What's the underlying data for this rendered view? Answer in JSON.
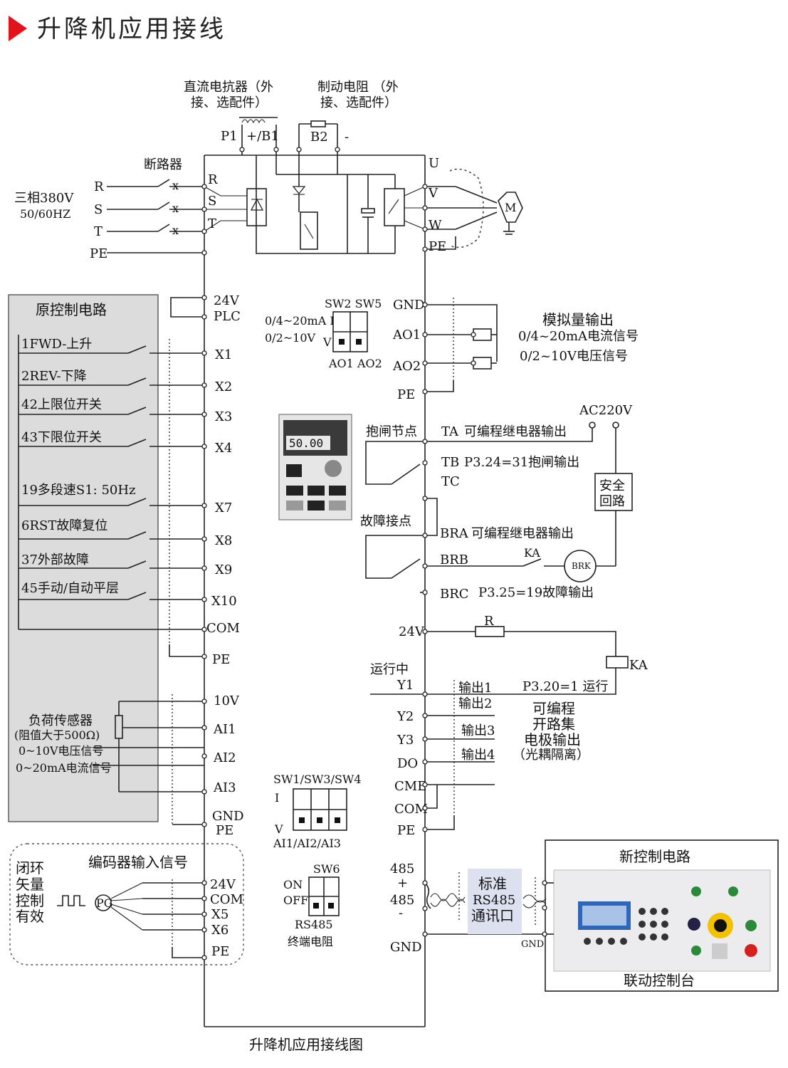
{
  "header": {
    "title": "升降机应用接线",
    "accent": "#e0141a"
  },
  "top": {
    "dc_reactor": [
      "直流电抗器（外",
      "接、选配件）"
    ],
    "brake_resistor": [
      "制动电阻 （外",
      "接、选配件）"
    ],
    "p1": "P1",
    "pb1": "+/B1",
    "b2": "B2",
    "minus": "-",
    "breaker": "断路器",
    "supply": [
      "三相380V",
      "50/60HZ"
    ],
    "lines": [
      "R",
      "S",
      "T",
      "PE"
    ],
    "inputs": [
      "R",
      "S",
      "T"
    ],
    "outputs": [
      "U",
      "V",
      "W",
      "PE"
    ],
    "motor": "M"
  },
  "left_panel": {
    "title": "原控制电路",
    "items": [
      "1FWD-上升",
      "2REV-下降",
      "42上限位开关",
      "43下限位开关",
      "19多段速S1: 50Hz",
      "6RST故障复位",
      "37外部故障",
      "45手动/自动平层"
    ],
    "sensor": [
      "负荷传感器",
      "(阻值大于500Ω)",
      "0~10V电压信号",
      "0~20mA电流信号"
    ]
  },
  "left_terms": [
    "24V",
    "PLC",
    "X1",
    "X2",
    "X3",
    "X4",
    "X7",
    "X8",
    "X9",
    "X10",
    "COM",
    "PE",
    "10V",
    "AI1",
    "AI2",
    "AI3",
    "GND",
    "PE"
  ],
  "encoder": {
    "title": "编码器输入信号",
    "note": [
      "闭环",
      "矢量",
      "控制",
      "有效"
    ],
    "pg": "PG",
    "terms": [
      "24V",
      "COM",
      "X5",
      "X6",
      "PE"
    ]
  },
  "switches": {
    "sw25": {
      "title": "SW2 SW5",
      "row1": "0/4~20mA I",
      "row2": "0/2~10V",
      "v": "V",
      "bottom": "AO1 AO2"
    },
    "sw134": {
      "title": "SW1/SW3/SW4",
      "i": "I",
      "v": "V",
      "bottom": "AI1/AI2/AI3"
    },
    "sw6": {
      "title": "SW6",
      "on": "ON",
      "off": "OFF",
      "bottom": [
        "RS485",
        "终端电阻"
      ]
    }
  },
  "keypad": {
    "display": "50.00"
  },
  "right": {
    "analog_terms": [
      "GND",
      "AO1",
      "AO2",
      "PE"
    ],
    "analog_label": [
      "模拟量输出",
      "0/4~20mA电流信号",
      "0/2~10V电压信号"
    ],
    "ac220": "AC220V",
    "brake_node": "抱闸节点",
    "ta": "TA",
    "ta_desc": "可编程继电器输出",
    "tb": "TB",
    "tb_desc": "P3.24=31抱闸输出",
    "tc": "TC",
    "fault_node": "故障接点",
    "bra": "BRA",
    "bra_desc": "可编程继电器输出",
    "brb": "BRB",
    "ka": "KA",
    "brk": "BRK",
    "brc": "BRC",
    "brc_desc": "P3.25=19故障输出",
    "safety": [
      "安全",
      "回路"
    ],
    "v24": "24V",
    "r": "R",
    "ka_coil": "KA",
    "running": "运行中",
    "y_terms": [
      "Y1",
      "Y2",
      "Y3",
      "DO",
      "CME",
      "COM",
      "PE"
    ],
    "outputs": [
      "输出1",
      "输出2",
      "输出3",
      "输出4"
    ],
    "p320": "P3.20=1 运行",
    "collector": [
      "可编程",
      "开路集",
      "电极输出",
      "（光耦隔离）"
    ],
    "rs485": [
      "485",
      "+",
      "485",
      "-",
      "GND"
    ],
    "std485": [
      "标准",
      "RS485",
      "通讯口"
    ],
    "gnd_small": "GND"
  },
  "new_ctrl": {
    "title": "新控制电路",
    "caption": "联动控制台"
  },
  "caption": "升降机应用接线图"
}
